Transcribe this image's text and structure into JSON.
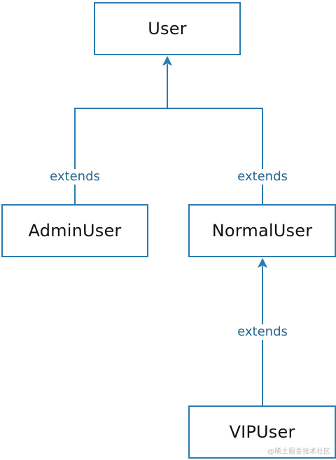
{
  "diagram": {
    "nodes": {
      "user": "User",
      "admin_user": "AdminUser",
      "normal_user": "NormalUser",
      "vip_user": "VIPUser"
    },
    "edges": [
      {
        "from": "AdminUser",
        "to": "User",
        "label": "extends"
      },
      {
        "from": "NormalUser",
        "to": "User",
        "label": "extends"
      },
      {
        "from": "VIPUser",
        "to": "NormalUser",
        "label": "extends"
      }
    ],
    "colors": {
      "line": "#2b7bb0",
      "label": "#24658f",
      "box_text": "#111111"
    }
  },
  "watermark": "@稀土掘金技术社区"
}
